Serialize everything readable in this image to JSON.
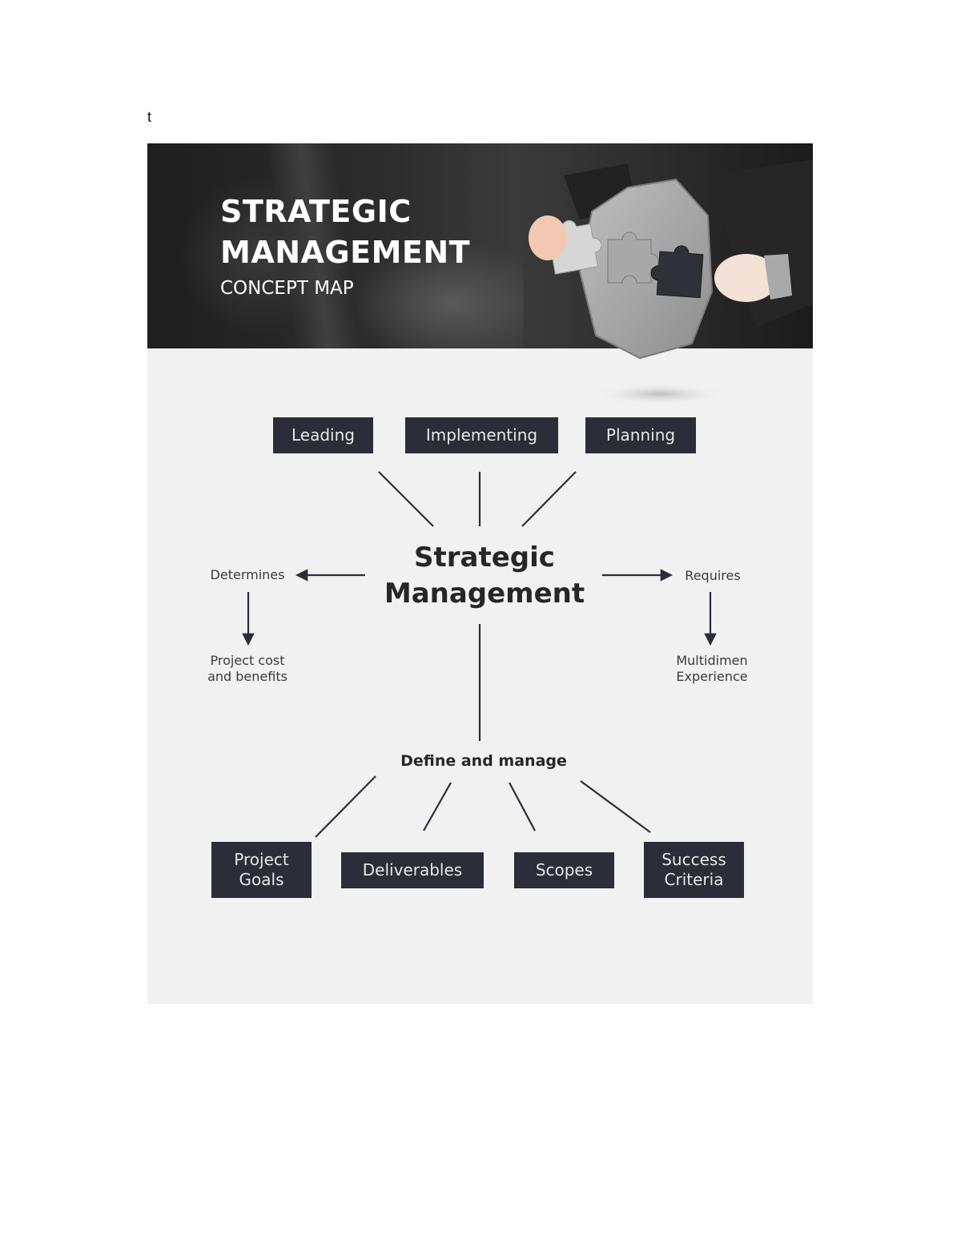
{
  "page": {
    "corner_text": "t"
  },
  "banner": {
    "title_line1": "STRATEGIC",
    "title_line2": "MANAGEMENT",
    "subtitle": "CONCEPT MAP"
  },
  "diagram": {
    "center": {
      "line1": "Strategic",
      "line2": "Management"
    },
    "top_nodes": [
      "Leading",
      "Implementing",
      "Planning"
    ],
    "left_relation": {
      "label": "Determines",
      "result_line1": "Project cost",
      "result_line2": "and benefits"
    },
    "right_relation": {
      "label": "Requires",
      "result_line1": "Multidimen",
      "result_line2": "Experience"
    },
    "bottom_relation": {
      "label": "Define and manage"
    },
    "bottom_nodes": [
      {
        "line1": "Project",
        "line2": "Goals"
      },
      {
        "line1": "Deliverables",
        "line2": ""
      },
      {
        "line1": "Scopes",
        "line2": ""
      },
      {
        "line1": "Success",
        "line2": "Criteria"
      }
    ]
  },
  "colors": {
    "box_fill": "#2b2d38",
    "poster_bg": "#f1f1f1",
    "line": "#2b2d38"
  }
}
